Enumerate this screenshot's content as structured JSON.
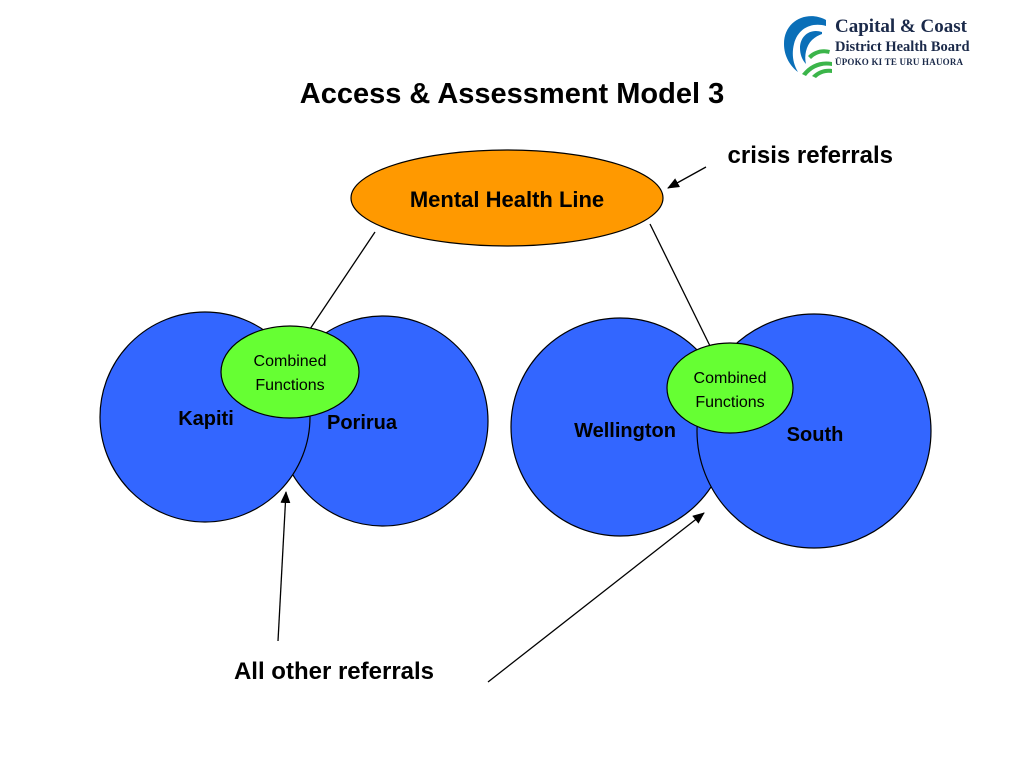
{
  "slide": {
    "title": "Access & Assessment Model 3"
  },
  "logo": {
    "line1": "Capital & Coast",
    "line2": "District Health Board",
    "line3": "ŪPOKO KI TE URU HAUORA",
    "colors": {
      "blue": "#0a6fb8",
      "green": "#3bb54a",
      "text": "#1b2a4a"
    }
  },
  "diagram": {
    "hub": {
      "label": "Mental Health Line",
      "color": "#ff9900"
    },
    "crisis_label": "crisis referrals",
    "left_cluster": {
      "area1": "Kapiti",
      "area2": "Porirua",
      "combined_line1": "Combined",
      "combined_line2": "Functions"
    },
    "right_cluster": {
      "area1": "Wellington",
      "area2": "South",
      "combined_line1": "Combined",
      "combined_line2": "Functions"
    },
    "other_label": "All other referrals",
    "colors": {
      "area_fill": "#3366ff",
      "combined_fill": "#66ff33",
      "stroke": "#000000"
    }
  }
}
